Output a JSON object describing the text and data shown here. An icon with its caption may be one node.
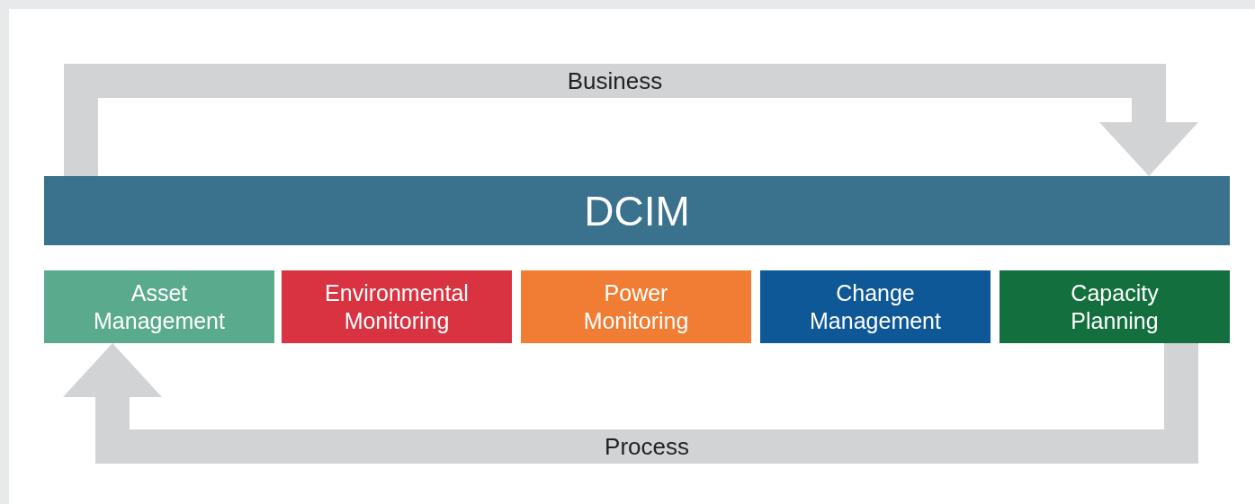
{
  "diagram": {
    "nodes": [
      {
        "text": [
          "DCIM"
        ]
      },
      {
        "text": [
          "Asset Management"
        ]
      },
      {
        "text": [
          "Environmental Monitoring"
        ]
      },
      {
        "text": [
          "Power Monitoring"
        ]
      },
      {
        "text": [
          "Change Management"
        ]
      },
      {
        "text": [
          "Capacity Planning"
        ]
      }
    ],
    "edges": [
      {
        "from": 0,
        "to": 0,
        "arrow": "to",
        "label": "Business"
      },
      {
        "from": 5,
        "to": 1,
        "arrow": "to",
        "label": "Process"
      }
    ]
  }
}
